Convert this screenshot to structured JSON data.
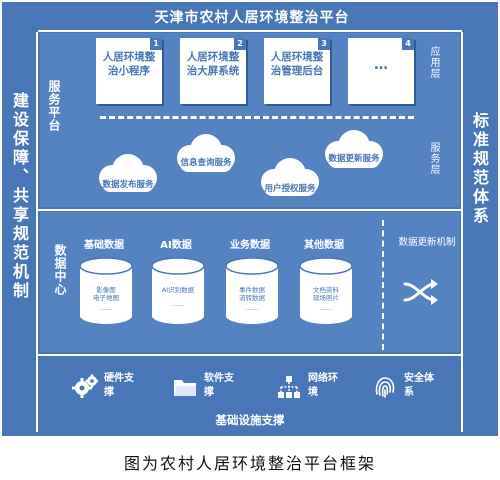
{
  "title": "天津市农村人居环境整治平台",
  "left_label": "建设保障、共享规范机制",
  "right_label": "标准规范体系",
  "service_platform": {
    "label": "服务平台",
    "application_layer": "应用层",
    "service_layer": "服务层",
    "apps": [
      {
        "num": "1",
        "name": "人居环境整治小程序"
      },
      {
        "num": "2",
        "name": "人居环境整治大屏系统"
      },
      {
        "num": "3",
        "name": "人居环境整治管理后台"
      },
      {
        "num": "4",
        "name": "…"
      }
    ],
    "services": [
      "信息查询服务",
      "数据更新服务",
      "数据发布服务",
      "用户授权服务"
    ]
  },
  "data_center": {
    "label": "数据中心",
    "categories": [
      {
        "name": "基础数据",
        "items": [
          "影像图",
          "电子地图",
          "……"
        ]
      },
      {
        "name": "AI数据",
        "items": [
          "AI识别数据",
          "……"
        ]
      },
      {
        "name": "业务数据",
        "items": [
          "事件数据",
          "流转数据",
          "……"
        ]
      },
      {
        "name": "其他数据",
        "items": [
          "文档资料",
          "现场照片",
          "……"
        ]
      }
    ],
    "update": "数据更新机制"
  },
  "infrastructure": {
    "title": "基础设施支撑",
    "items": [
      {
        "label": "硬件支撑",
        "icon": "gears-icon"
      },
      {
        "label": "软件支撑",
        "icon": "folder-icon"
      },
      {
        "label": "网络环境",
        "icon": "network-icon"
      },
      {
        "label": "安全体系",
        "icon": "fingerprint-icon"
      }
    ]
  },
  "caption": "图为农村人居环境整治平台框架",
  "colors": {
    "primary": "#4876b6",
    "panel": "#5582c0",
    "text": "#ffffff"
  }
}
